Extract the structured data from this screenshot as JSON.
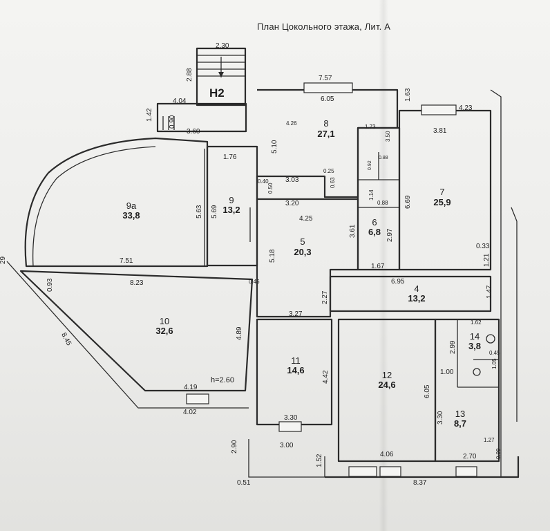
{
  "title": "План Цокольного этажа, Лит. А",
  "stair_label": "Н2",
  "ceiling_height": "h=2.60",
  "rooms": [
    {
      "num": "9а",
      "area": "33,8"
    },
    {
      "num": "9",
      "area": "13,2"
    },
    {
      "num": "8",
      "area": "27,1"
    },
    {
      "num": "7",
      "area": "25,9"
    },
    {
      "num": "6",
      "area": "6,8"
    },
    {
      "num": "5",
      "area": "20,3"
    },
    {
      "num": "4",
      "area": "13,2"
    },
    {
      "num": "10",
      "area": "32,6"
    },
    {
      "num": "11",
      "area": "14,6"
    },
    {
      "num": "12",
      "area": "24,6"
    },
    {
      "num": "13",
      "area": "8,7"
    },
    {
      "num": "14",
      "area": "3,8"
    }
  ],
  "dimensions": {
    "d230": "2.30",
    "d288": "2.88",
    "d404": "4.04",
    "d142": "1.42",
    "d090": "0.90",
    "d360": "3.60",
    "d176": "1.76",
    "d757": "7.57",
    "d605": "6.05",
    "d163": "1.63",
    "d423": "4.23",
    "d381": "3.81",
    "d426": "4.26",
    "d510": "5.10",
    "d173": "1.73",
    "d350": "3.50",
    "d025": "0.25",
    "d040": "0.40",
    "d050": "0.50",
    "d303": "3.03",
    "d063": "0.63",
    "d114": "1.14",
    "d088": "0.88",
    "d320": "3.20",
    "d669": "6.69",
    "d563": "5.63",
    "d569": "5.69",
    "d425": "4.25",
    "d361": "3.61",
    "d297": "2.97",
    "d518": "5.18",
    "d033": "0.33",
    "d121": "1.21",
    "d751": "7.51",
    "d167": "1.67",
    "d823": "8.23",
    "d046": "0.46",
    "d093": "0.93",
    "d695": "6.95",
    "d147": "1.47",
    "d227": "2.27",
    "d327": "3.27",
    "d489": "4.89",
    "d845": "8.45",
    "d162": "1.62",
    "d299": "2.99",
    "d045": "0.45",
    "d105": "1.05",
    "d100": "1.00",
    "d442": "4.42",
    "d605b": "6.05",
    "d419": "4.19",
    "d402": "4.02",
    "d330": "3.30",
    "d330b": "3.30",
    "d290": "2.90",
    "d300": "3.00",
    "d152": "1.52",
    "d406": "4.06",
    "d270": "2.70",
    "d127": "1.27",
    "d099": "0.99",
    "d837": "8.37",
    "d051": "0.51",
    "d029": "29",
    "d088b": "0.88",
    "d092": "0.92"
  }
}
